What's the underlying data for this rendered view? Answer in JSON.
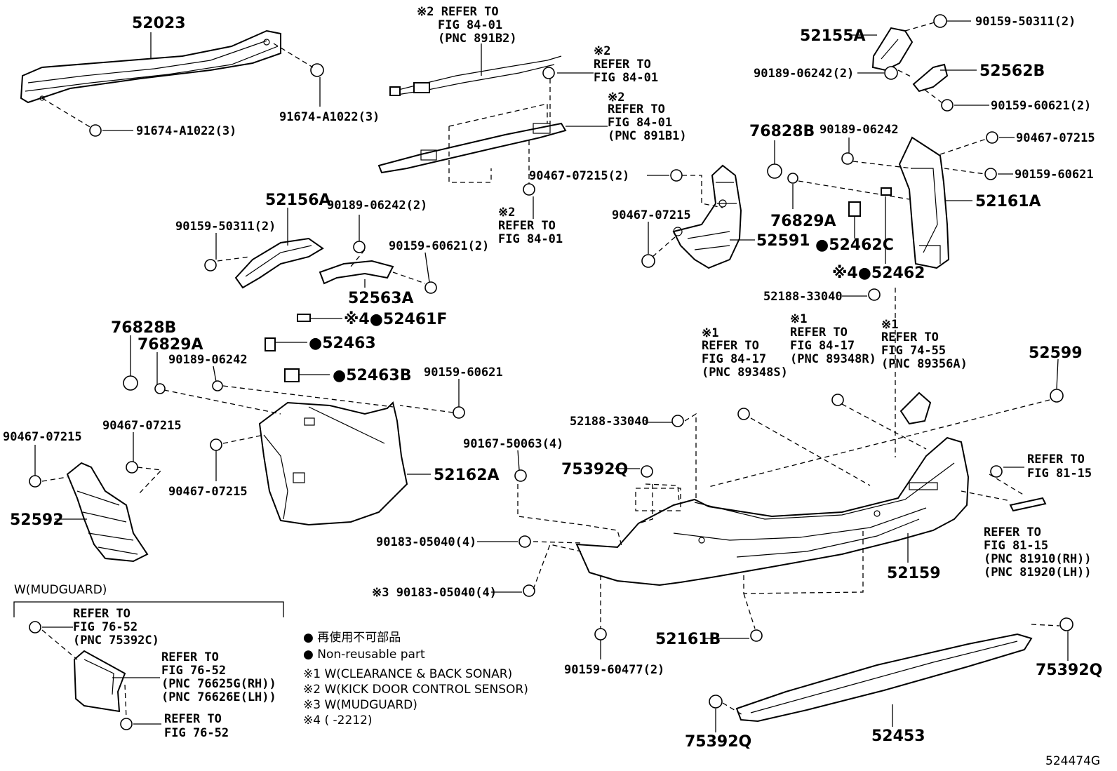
{
  "diagram_id": "524474G",
  "labels": {
    "p52023": "52023",
    "p91674a": "91674-A1022(3)",
    "p91674b": "91674-A1022(3)",
    "n2a_1": "※2 REFER TO",
    "n2a_2": "FIG 84-01",
    "n2a_3": "(PNC 891B2)",
    "n2b_1": "※2",
    "n2b_2": "REFER TO",
    "n2b_3": "FIG 84-01",
    "n2c_1": "※2",
    "n2c_2": "REFER TO",
    "n2c_3": "FIG 84-01",
    "n2c_4": "(PNC 891B1)",
    "n2d_1": "※2",
    "n2d_2": "REFER TO",
    "n2d_3": "FIG 84-01",
    "p52155A": "52155A",
    "p90159_50311_r": "90159-50311(2)",
    "p90189_06242_r2": "90189-06242(2)",
    "p52562B": "52562B",
    "p90159_60621_r2": "90159-60621(2)",
    "p76828B_r": "76828B",
    "p90189_06242_r": "90189-06242",
    "p90467_07215_r": "90467-07215",
    "p90159_60621_r": "90159-60621",
    "p52161A": "52161A",
    "p90467_07215_c2": "90467-07215(2)",
    "p90467_07215_c": "90467-07215",
    "p52591": "52591",
    "p76829A_r": "76829A",
    "p52462C": "●52462C",
    "p52462": "※4●52462",
    "p52188_a": "52188-33040",
    "p52156A": "52156A",
    "p90189_06242_l2": "90189-06242(2)",
    "p90159_50311_l": "90159-50311(2)",
    "p90159_60621_l2": "90159-60621(2)",
    "p52563A": "52563A",
    "p52461F": "※4●52461F",
    "p52463": "●52463",
    "p52463B": "●52463B",
    "p76828B_l": "76828B",
    "p76829A_l": "76829A",
    "p90189_06242_l": "90189-06242",
    "p90159_60621_l": "90159-60621",
    "p90467_07215_l1": "90467-07215",
    "p90467_07215_l2": "90467-07215",
    "p90467_07215_l3": "90467-07215",
    "p52592": "52592",
    "p52162A": "52162A",
    "n1a_1": "※1",
    "n1a_2": "REFER TO",
    "n1a_3": "FIG 84-17",
    "n1a_4": "(PNC 89348S)",
    "n1b_1": "※1",
    "n1b_2": "REFER TO",
    "n1b_3": "FIG 84-17",
    "n1b_4": "(PNC 89348R)",
    "n1c_1": "※1",
    "n1c_2": "REFER TO",
    "n1c_3": "FIG 74-55",
    "n1c_4": "(PNC 89356A)",
    "p52599": "52599",
    "p52188_b": "52188-33040",
    "p90167": "90167-50063(4)",
    "p75392Q_a": "75392Q",
    "ref81_1": "REFER TO",
    "ref81_2": "FIG 81-15",
    "ref81b_1": "REFER TO",
    "ref81b_2": "FIG 81-15",
    "ref81b_3": "(PNC 81910(RH))",
    "ref81b_4": "(PNC 81920(LH))",
    "p90183_a": "90183-05040(4)",
    "p90183_b": "※3 90183-05040(4)",
    "p52159": "52159",
    "p52161B": "52161B",
    "p90159_60477": "90159-60477(2)",
    "p75392Q_b": "75392Q",
    "p75392Q_c": "75392Q",
    "p52453": "52453",
    "mudguard_title": "W(MUDGUARD)",
    "mg1_1": "REFER TO",
    "mg1_2": "FIG 76-52",
    "mg1_3": "(PNC 75392C)",
    "mg2_1": "REFER TO",
    "mg2_2": "FIG 76-52",
    "mg2_3": "(PNC 76625G(RH))",
    "mg2_4": "(PNC 76626E(LH))",
    "mg3_1": "REFER TO",
    "mg3_2": "FIG 76-52"
  },
  "legend": {
    "nonreuse_jp": "● 再使用不可部品",
    "nonreuse_en": "● Non-reusable part",
    "note1": "※1 W(CLEARANCE & BACK SONAR)",
    "note2": "※2 W(KICK DOOR CONTROL SENSOR)",
    "note3": "※3 W(MUDGUARD)",
    "note4": "※4 (        -2212)"
  }
}
